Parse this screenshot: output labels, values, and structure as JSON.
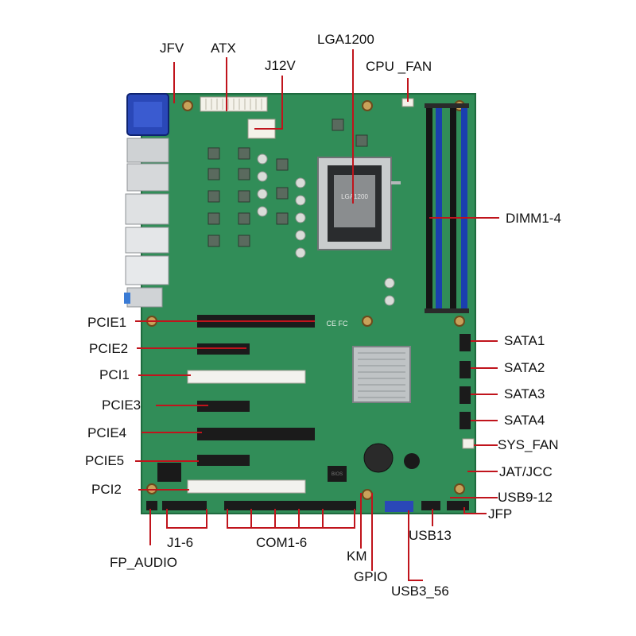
{
  "labels": {
    "jfv": "JFV",
    "atx": "ATX",
    "j12v": "J12V",
    "lga1200": "LGA1200",
    "cpu_fan": "CPU _FAN",
    "dimm": "DIMM1-4",
    "pcie1": "PCIE1",
    "pcie2": "PCIE2",
    "pci1": "PCI1",
    "pcie3": "PCIE3",
    "pcie4": "PCIE4",
    "pcie5": "PCIE5",
    "pci2": "PCI2",
    "sata1": "SATA1",
    "sata2": "SATA2",
    "sata3": "SATA3",
    "sata4": "SATA4",
    "sys_fan": "SYS_FAN",
    "jat_jcc": "JAT/JCC",
    "usb9_12": "USB9-12",
    "jfp": "JFP",
    "usb13": "USB13",
    "j1_6": "J1-6",
    "com1_6": "COM1-6",
    "km": "KM",
    "gpio": "GPIO",
    "usb3_56": "USB3_56",
    "fp_audio": "FP_AUDIO"
  },
  "board": {
    "chip_text": "LGA1200",
    "marks_text": "CE FC",
    "bios_text": "BIOS"
  },
  "colors": {
    "pcb": "#2f8a55",
    "pcb_dark": "#1f6b3f",
    "leader": "#c0141c",
    "dimm_blue": "#1a3fb0",
    "dimm_black": "#151515",
    "slot_white": "#f2f2ee",
    "slot_black": "#1b1b1b",
    "text": "#111111"
  }
}
